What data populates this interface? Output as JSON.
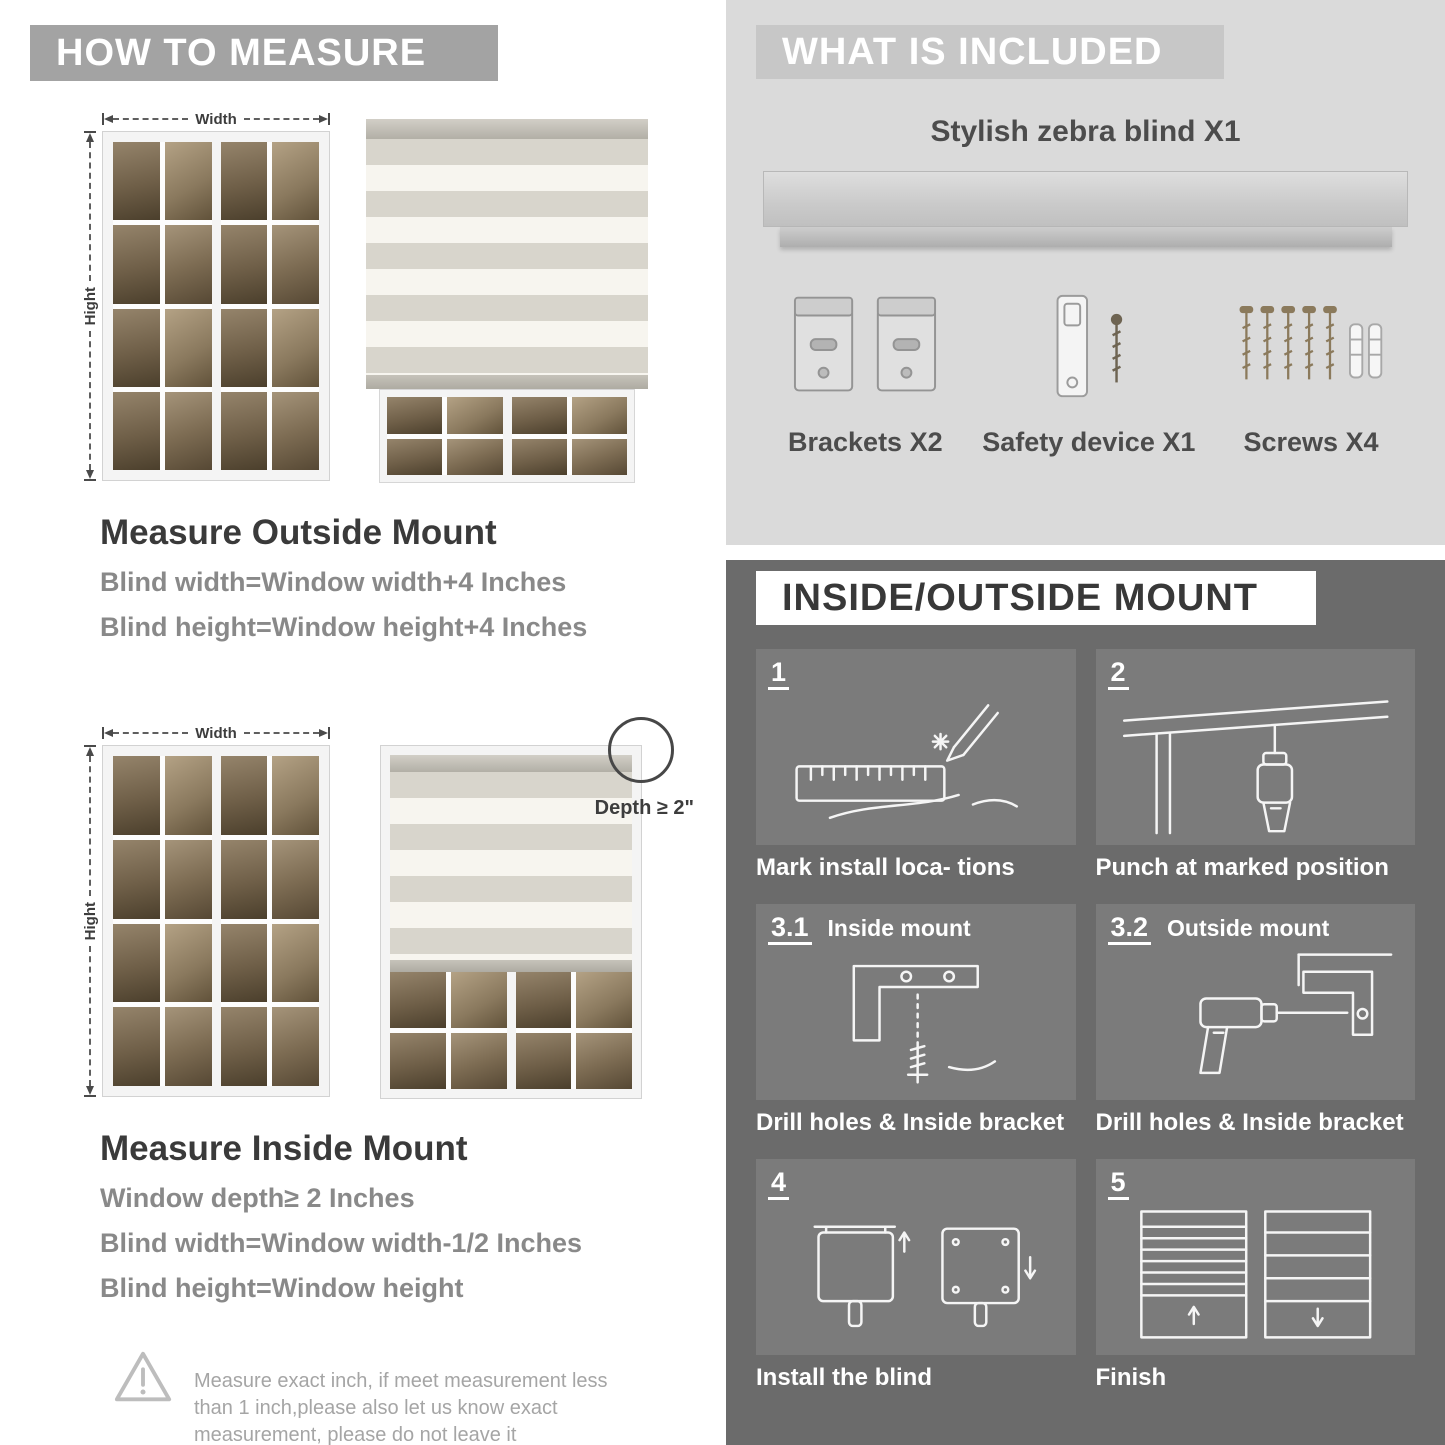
{
  "measure": {
    "banner": "HOW TO MEASURE",
    "outside": {
      "title": "Measure Outside Mount",
      "lines": [
        "Blind width=Window width+4 Inches",
        "Blind height=Window height+4 Inches"
      ],
      "width_label": "Width",
      "height_label": "Hight"
    },
    "inside": {
      "title": "Measure Inside Mount",
      "lines": [
        "Window depth≥ 2 Inches",
        "Blind width=Window width-1/2 Inches",
        "Blind height=Window height"
      ],
      "width_label": "Width",
      "height_label": "Hight",
      "depth_label": "Depth ≥ 2\""
    },
    "note": "Measure exact inch, if meet measurement less than 1 inch,please also let us know exact measurement, please do not leave it"
  },
  "included": {
    "banner": "WHAT IS INCLUDED",
    "product": "Stylish zebra blind X1",
    "items": [
      {
        "label": "Brackets X2",
        "icon": "brackets-icon"
      },
      {
        "label": "Safety device X1",
        "icon": "safety-device-icon"
      },
      {
        "label": "Screws X4",
        "icon": "screws-icon"
      }
    ]
  },
  "mount": {
    "banner": "INSIDE/OUTSIDE MOUNT",
    "steps": [
      {
        "num": "1",
        "caption": "Mark install loca- tions"
      },
      {
        "num": "2",
        "caption": "Punch at  marked position"
      },
      {
        "num": "3.1",
        "title": "Inside mount",
        "caption": "Drill holes &  Inside bracket"
      },
      {
        "num": "3.2",
        "title": "Outside mount",
        "caption": "Drill holes &  Inside bracket"
      },
      {
        "num": "4",
        "caption": "Install the blind"
      },
      {
        "num": "5",
        "caption": "Finish"
      }
    ]
  }
}
